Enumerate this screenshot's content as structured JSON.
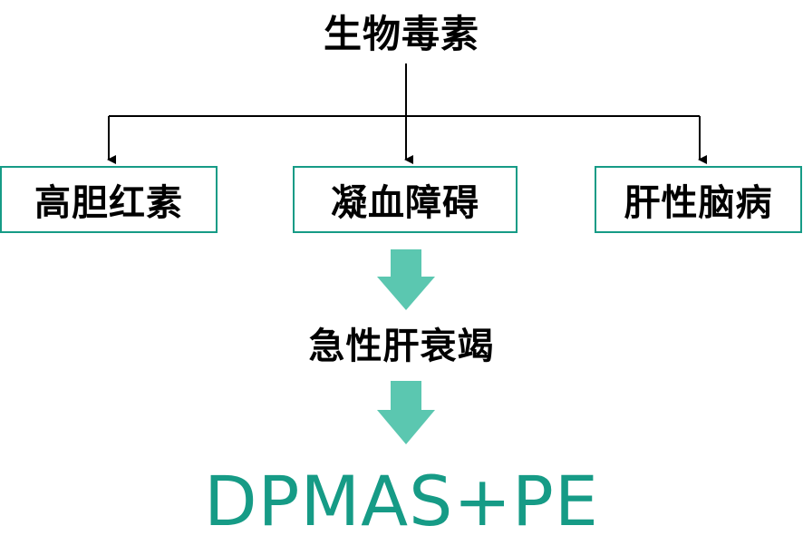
{
  "diagram": {
    "root": "生物毒素",
    "branches": [
      "高胆红素",
      "凝血障碍",
      "肝性脑病"
    ],
    "middle": "急性肝衰竭",
    "final": "DPMAS+PE"
  },
  "colors": {
    "accent": "#169b86",
    "arrow_fill": "#5bc7b0",
    "connector": "#000000",
    "text": "#000000"
  }
}
